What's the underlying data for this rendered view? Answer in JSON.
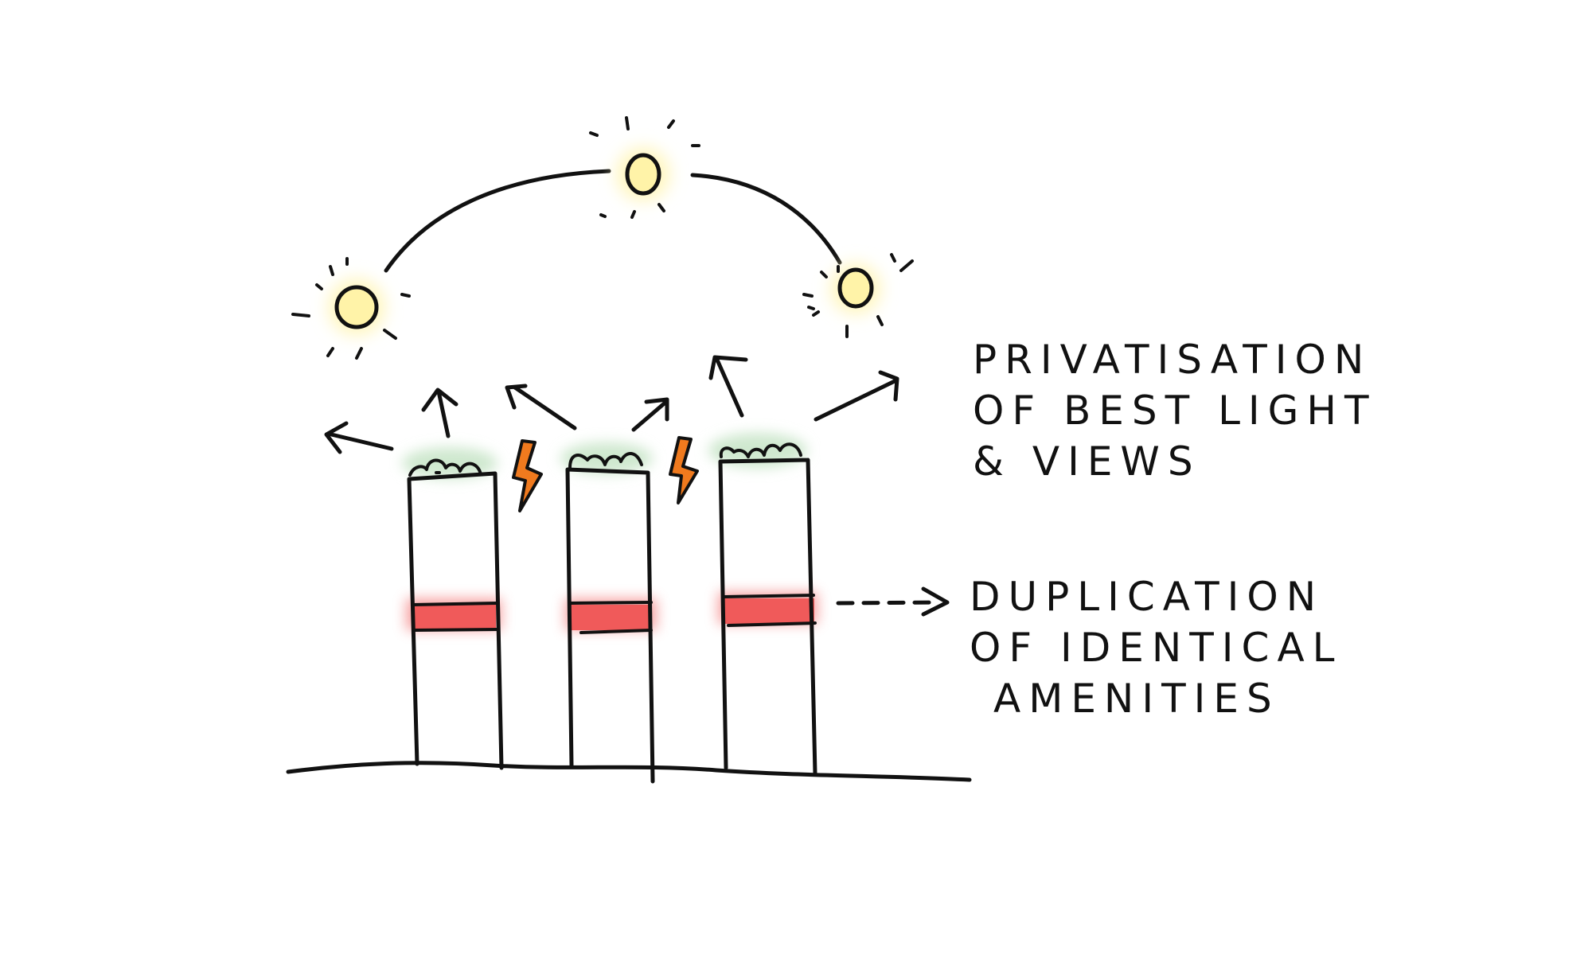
{
  "annotations": {
    "privatisation": {
      "lines": [
        "PRIVATISATION",
        "OF BEST LIGHT",
        "& VIEWS"
      ]
    },
    "duplication": {
      "lines": [
        "DUPLICATION",
        "OF IDENTICAL",
        "AMENITIES"
      ]
    }
  },
  "colors": {
    "ink": "#111111",
    "sun_fill": "#fff3a8",
    "sun_glow": "#fff6c0",
    "amenity_band": "#f05a5a",
    "roof_garden_glow": "#cfe8cf",
    "lightning_fill": "#f07a1e"
  },
  "icons": [
    "sun-icon",
    "lightning-bolt-icon",
    "arrow-icon",
    "tower-icon",
    "roof-garden-icon"
  ]
}
